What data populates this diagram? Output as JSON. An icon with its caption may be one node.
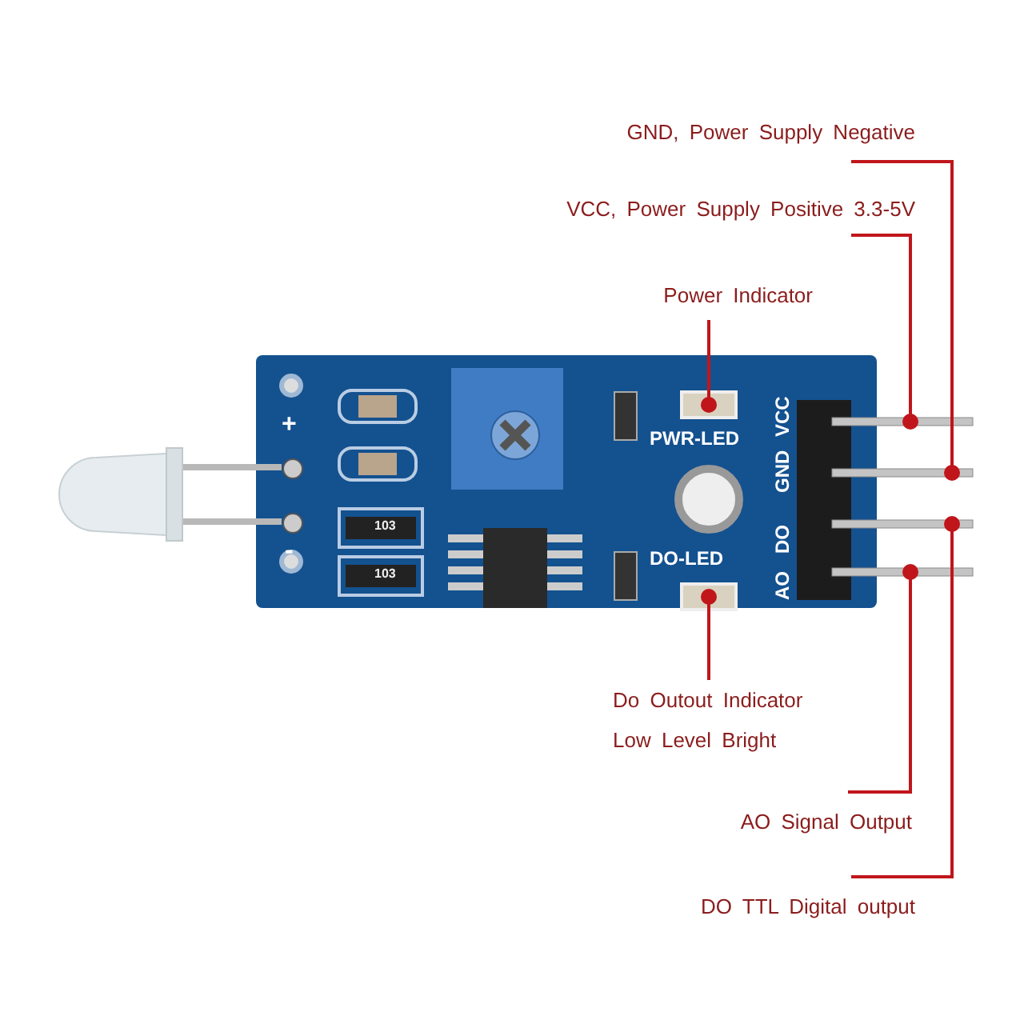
{
  "diagram": {
    "nodes": [
      {
        "text": [
          "GND, Power Supply Negative"
        ]
      },
      {
        "text": [
          "VCC, Power Supply Positive 3.3-5V"
        ]
      },
      {
        "text": [
          "Power Indicator"
        ]
      },
      {
        "text": [
          "Do Outout Indicator",
          "Low Level Bright"
        ]
      },
      {
        "text": [
          "AO Signal Output"
        ]
      },
      {
        "text": [
          "DO TTL Digital output"
        ]
      },
      {
        "text": [],
        "shape": "bar"
      },
      {
        "text": [],
        "shape": "bar"
      },
      {
        "text": [],
        "shape": "bar"
      },
      {
        "text": [],
        "shape": "bar"
      },
      {
        "text": [],
        "shape": "box",
        "beside": [
          "PWR-LED"
        ]
      },
      {
        "text": [],
        "shape": "box",
        "beside": [
          "DO-LED"
        ]
      }
    ],
    "edges": [
      {
        "from": 0,
        "to": 7,
        "arrow": "other"
      },
      {
        "from": 1,
        "to": 6,
        "arrow": "other"
      },
      {
        "from": 2,
        "to": 10,
        "arrow": "other"
      },
      {
        "from": 3,
        "to": 11,
        "arrow": "other"
      },
      {
        "from": 4,
        "to": 9,
        "arrow": "other"
      },
      {
        "from": 5,
        "to": 8,
        "arrow": "other"
      }
    ],
    "labels": [
      "+",
      "-",
      "103",
      "103",
      "VCC",
      "GND",
      "DO",
      "AO"
    ]
  }
}
